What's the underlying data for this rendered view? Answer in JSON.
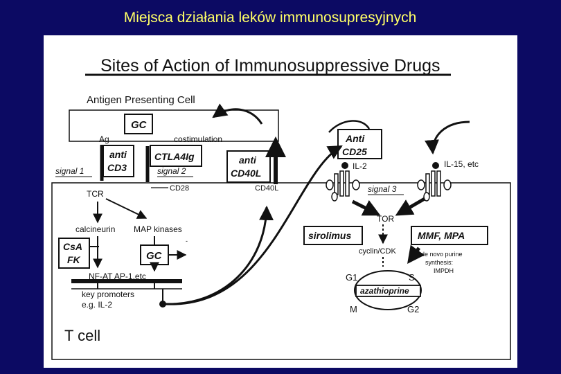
{
  "slide_title": "Miejsca działania leków immunosupresyjnych",
  "diagram": {
    "heading": "Sites of Action of Immunosuppressive Drugs",
    "apc_label": "Antigen Presenting Cell",
    "gc_top": "GC",
    "ag": "Ag",
    "costimulation": "costimulation",
    "anti_cd3": [
      "anti",
      "CD3"
    ],
    "ctla4ig": "CTLA4Ig",
    "signal1": "signal 1",
    "signal2": "signal 2",
    "anti_cd40l": [
      "anti",
      "CD40L"
    ],
    "anti_cd25": [
      "Anti",
      "CD25"
    ],
    "il2": "IL-2",
    "il15": "IL-15, etc",
    "signal3": "signal 3",
    "tcr": "TCR",
    "cd28": "CD28",
    "cd40l": "CD40L",
    "calcineurin": "calcineurin",
    "map_kinases": "MAP kinases",
    "csa_fk": [
      "CsA",
      "FK"
    ],
    "gc_mid": "GC",
    "nfat": "NF-AT AP-1,etc",
    "key_promoters": [
      "key promoters",
      "e.g. IL-2"
    ],
    "tor": "TOR",
    "sirolimus": "sirolimus",
    "mmf_mpa": "MMF, MPA",
    "cyclin_cdk": "cyclin/CDK",
    "de_novo": [
      "de novo purine",
      "synthesis:",
      "IMPDH"
    ],
    "g1": "G1",
    "s": "S",
    "m": "M",
    "g2": "G2",
    "azathioprine": "azathioprine",
    "t_cell": "T cell"
  }
}
